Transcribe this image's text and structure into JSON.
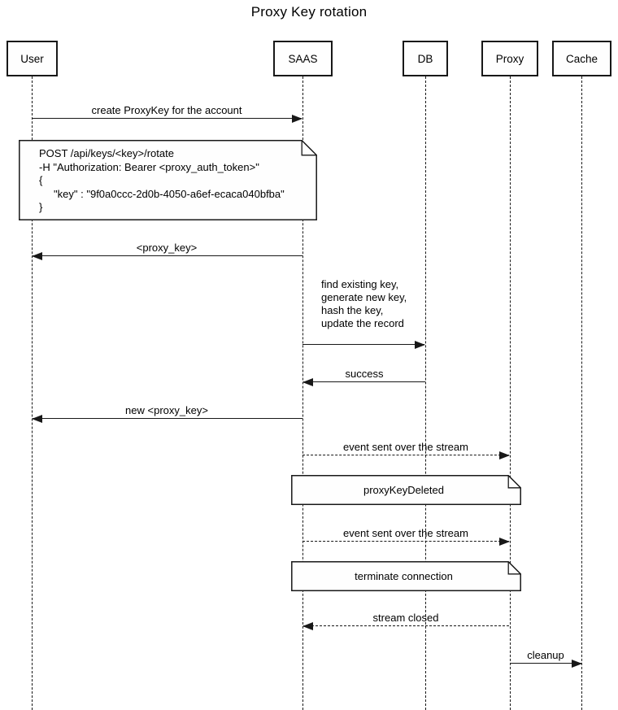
{
  "title": "Proxy Key rotation",
  "colors": {
    "line": "#181818",
    "background": "#ffffff",
    "note_fill": "#fefefe",
    "text": "#000000"
  },
  "actors": [
    {
      "label": "User"
    },
    {
      "label": "SAAS"
    },
    {
      "label": "DB"
    },
    {
      "label": "Proxy"
    },
    {
      "label": "Cache"
    }
  ],
  "messages": [
    {
      "label": "create ProxyKey for the account",
      "from": "User",
      "to": "SAAS",
      "line": "solid"
    },
    {
      "label": "<proxy_key>",
      "from": "SAAS",
      "to": "User",
      "line": "solid"
    },
    {
      "label": "find existing key,\ngenerate new key,\nhash the key,\nupdate the record",
      "from": "SAAS",
      "to": "DB",
      "line": "solid"
    },
    {
      "label": "success",
      "from": "DB",
      "to": "SAAS",
      "line": "solid"
    },
    {
      "label": "new <proxy_key>",
      "from": "SAAS",
      "to": "User",
      "line": "solid"
    },
    {
      "label": "event sent over the stream",
      "from": "SAAS",
      "to": "Proxy",
      "line": "dashed"
    },
    {
      "label": "event sent over the stream",
      "from": "SAAS",
      "to": "Proxy",
      "line": "dashed"
    },
    {
      "label": "stream closed",
      "from": "Proxy",
      "to": "SAAS",
      "line": "dashed"
    },
    {
      "label": "cleanup",
      "from": "Proxy",
      "to": "Cache",
      "line": "solid"
    }
  ],
  "notes": [
    {
      "text": "POST /api/keys/<key>/rotate\n-H \"Authorization: Bearer <proxy_auth_token>\"\n{\n     \"key\" : \"9f0a0ccc-2d0b-4050-a6ef-ecaca040bfba\"\n}"
    },
    {
      "text": "proxyKeyDeleted"
    },
    {
      "text": "terminate connection"
    }
  ]
}
